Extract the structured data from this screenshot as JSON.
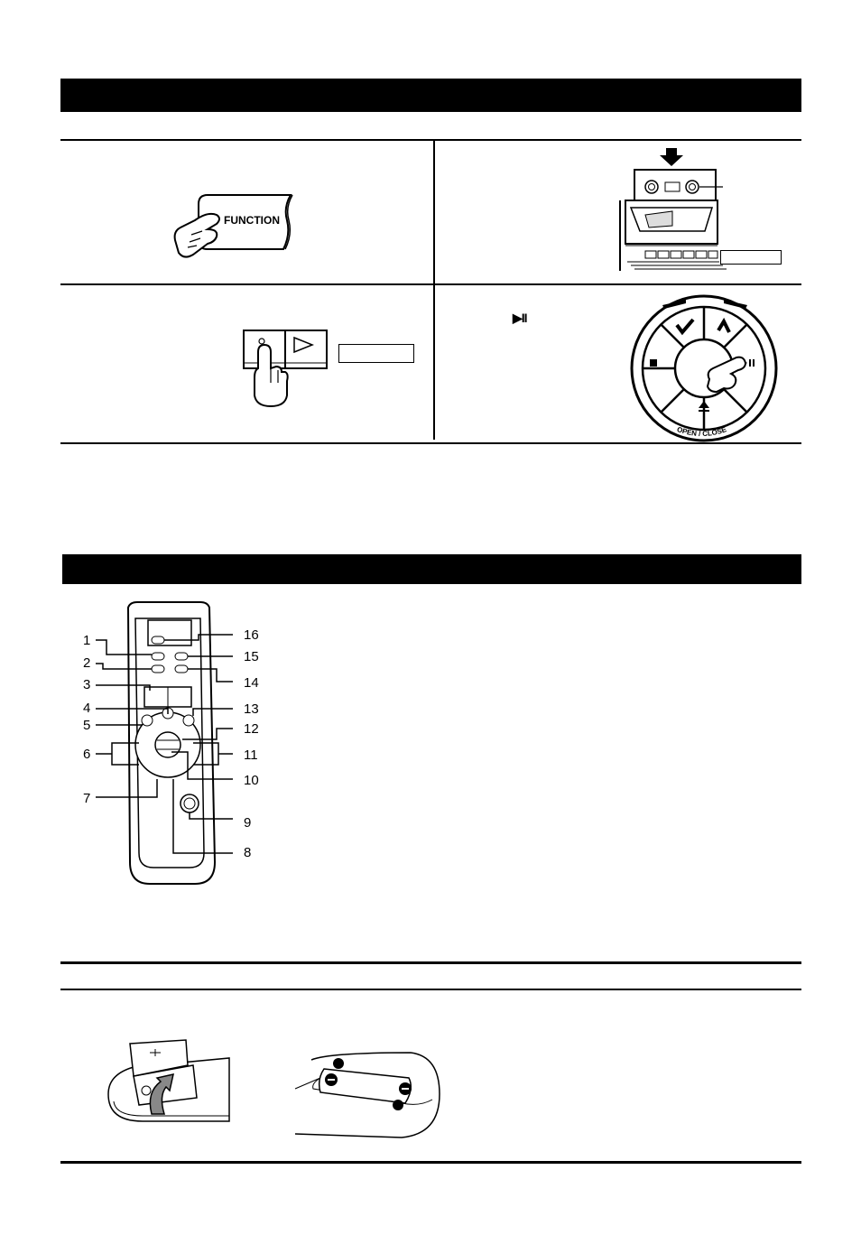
{
  "illustrations": {
    "function_button": {
      "label": "FUNCTION"
    },
    "play_pause_symbol": "▶II",
    "cd_panel": {
      "open_close_label": "OPEN / CLOSE"
    }
  },
  "remote_callouts": {
    "left": [
      "1",
      "2",
      "3",
      "4",
      "5",
      "6",
      "7"
    ],
    "right": [
      "16",
      "15",
      "14",
      "13",
      "12",
      "11",
      "10",
      "9",
      "8"
    ]
  },
  "battery": {
    "polarity_minus": "−"
  }
}
